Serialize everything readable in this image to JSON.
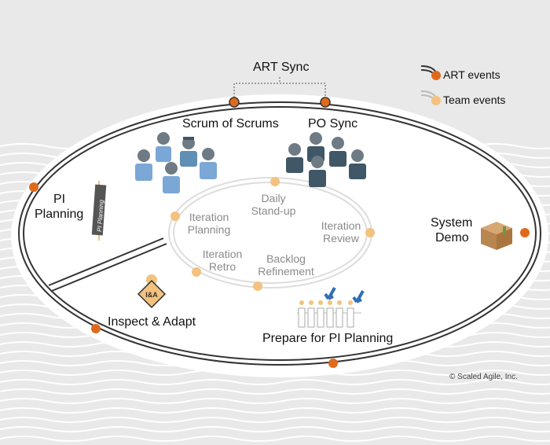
{
  "art_sync": {
    "label": "ART Sync"
  },
  "legend": {
    "art_events": "ART events",
    "team_events": "Team events"
  },
  "art_events": {
    "scrum_of_scrums": "Scrum of Scrums",
    "po_sync": "PO Sync",
    "pi_planning_line1": "PI",
    "pi_planning_line2": "Planning",
    "system_demo_line1": "System",
    "system_demo_line2": "Demo",
    "inspect_adapt": "Inspect & Adapt",
    "prepare_pi_planning": "Prepare for PI Planning"
  },
  "team_events": {
    "daily_line1": "Daily",
    "daily_line2": "Stand-up",
    "iter_planning_line1": "Iteration",
    "iter_planning_line2": "Planning",
    "iter_review_line1": "Iteration",
    "iter_review_line2": "Review",
    "iter_retro_line1": "Iteration",
    "iter_retro_line2": "Retro",
    "backlog_line1": "Backlog",
    "backlog_line2": "Refinement"
  },
  "banner": {
    "text": "PI Planning"
  },
  "badge": {
    "text": "I&A"
  },
  "copyright": "© Scaled Agile, Inc.",
  "colors": {
    "art": "#e06a1b",
    "team": "#f3c27e",
    "person": "#6e7a84",
    "shirt_blue": "#7ba7d6",
    "suit": "#3f5766"
  }
}
